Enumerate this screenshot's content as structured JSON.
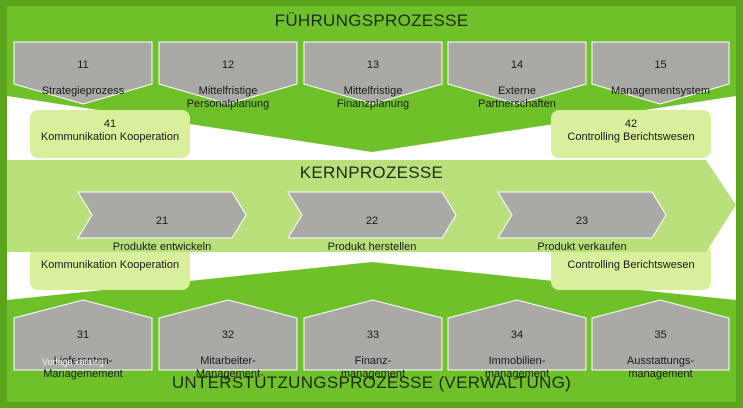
{
  "colors": {
    "frame": "#5aa51c",
    "band_green": "#6fc12a",
    "light_green": "#d8ef9c",
    "kern_arrow": "#b9e07a",
    "box_gray": "#a9aaa5"
  },
  "fuehrung": {
    "title": "FÜHRUNGSPROZESSE",
    "items": [
      {
        "num": "11",
        "label": "Strategieprozess"
      },
      {
        "num": "12",
        "label": "Mittelfristige\nPersonalplanung"
      },
      {
        "num": "13",
        "label": "Mittelfristige\nFinanzplanung"
      },
      {
        "num": "14",
        "label": "Externe\nPartnerschaften"
      },
      {
        "num": "15",
        "label": "Managementsystem"
      }
    ]
  },
  "side": {
    "left_top": "41\nKommunikation Kooperation",
    "right_top": "42\nControlling Berichtswesen",
    "left_bottom": "Kommunikation Kooperation",
    "right_bottom": "Controlling Berichtswesen"
  },
  "kern": {
    "title": "KERNPROZESSE",
    "items": [
      {
        "num": "21",
        "label": "Produkte entwickeln"
      },
      {
        "num": "22",
        "label": "Produkt herstellen"
      },
      {
        "num": "23",
        "label": "Produkt verkaufen"
      }
    ]
  },
  "unterstuetzung": {
    "title": "UNTERSTÜTZUNGSPROZESSE (VERWALTUNG)",
    "items": [
      {
        "num": "31",
        "label": "Lieferanten-\nManagemement"
      },
      {
        "num": "32",
        "label": "Mitarbeiter-\nManagement"
      },
      {
        "num": "33",
        "label": "Finanz-\nmanagement"
      },
      {
        "num": "34",
        "label": "Immobilien-\nmanagement"
      },
      {
        "num": "35",
        "label": "Ausstattungs-\nmanagement"
      }
    ]
  },
  "watermark": "Vorlage katalog"
}
